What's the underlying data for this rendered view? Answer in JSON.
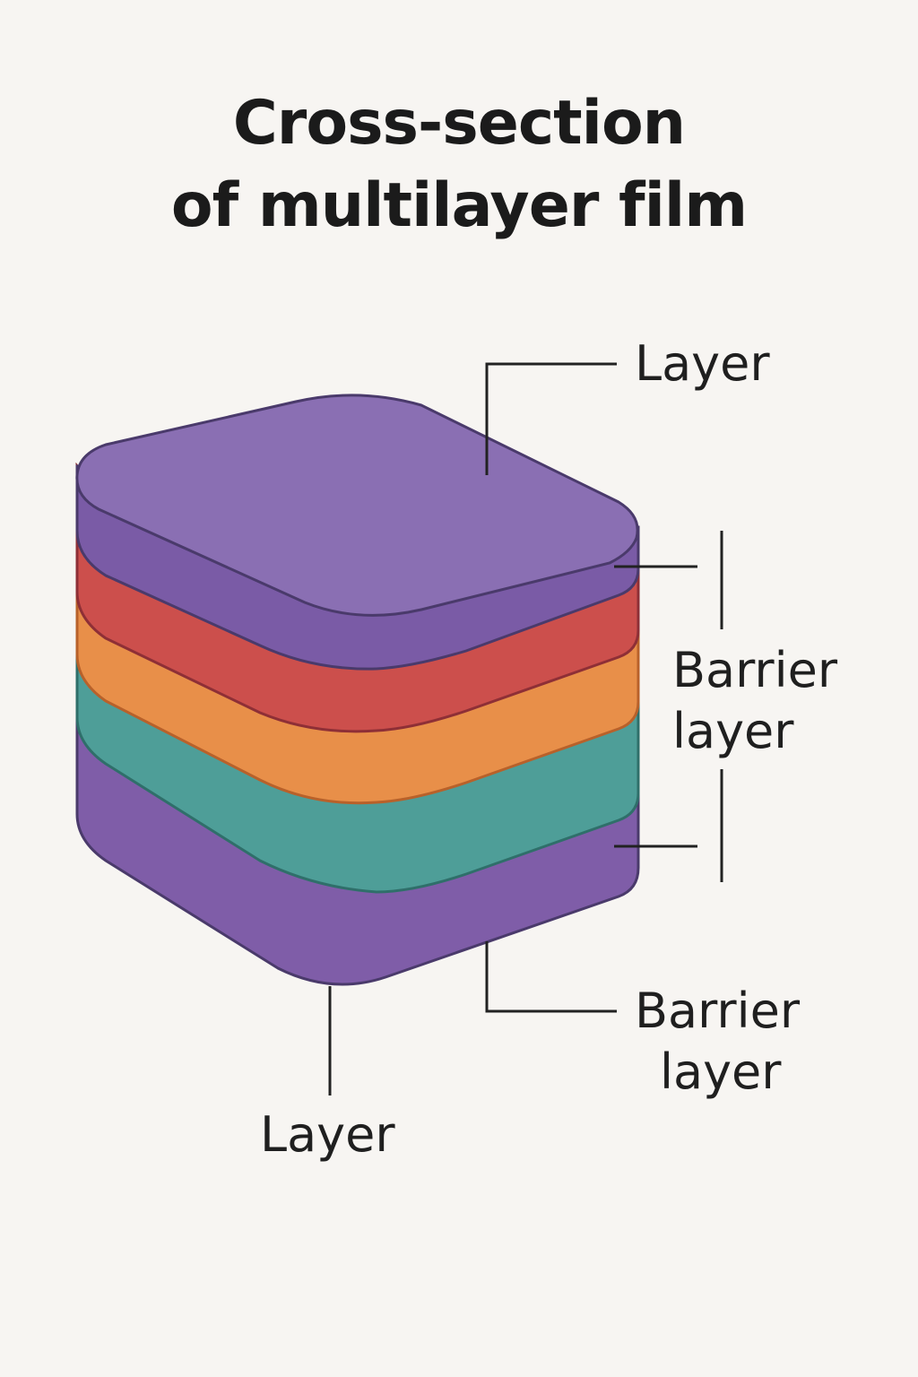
{
  "title": {
    "line1": "Cross-section",
    "line2": "of multilayer film"
  },
  "labels": {
    "top_layer": "Layer",
    "barrier_right": {
      "line1": "Barrier",
      "line2": "layer"
    },
    "barrier_bottom": {
      "line1": "Barrier",
      "line2": "layer"
    },
    "bottom_layer": "Layer"
  },
  "layers": [
    {
      "name": "top",
      "color": "#8a6fb3"
    },
    {
      "name": "red",
      "color": "#cc4f4c"
    },
    {
      "name": "orange",
      "color": "#e88f49"
    },
    {
      "name": "teal",
      "color": "#4e9e98"
    },
    {
      "name": "bottom",
      "color": "#7f5da8"
    }
  ],
  "colors": {
    "outline": "#4a3a6b",
    "leader_line": "#222222",
    "background": "#f7f5f2"
  }
}
